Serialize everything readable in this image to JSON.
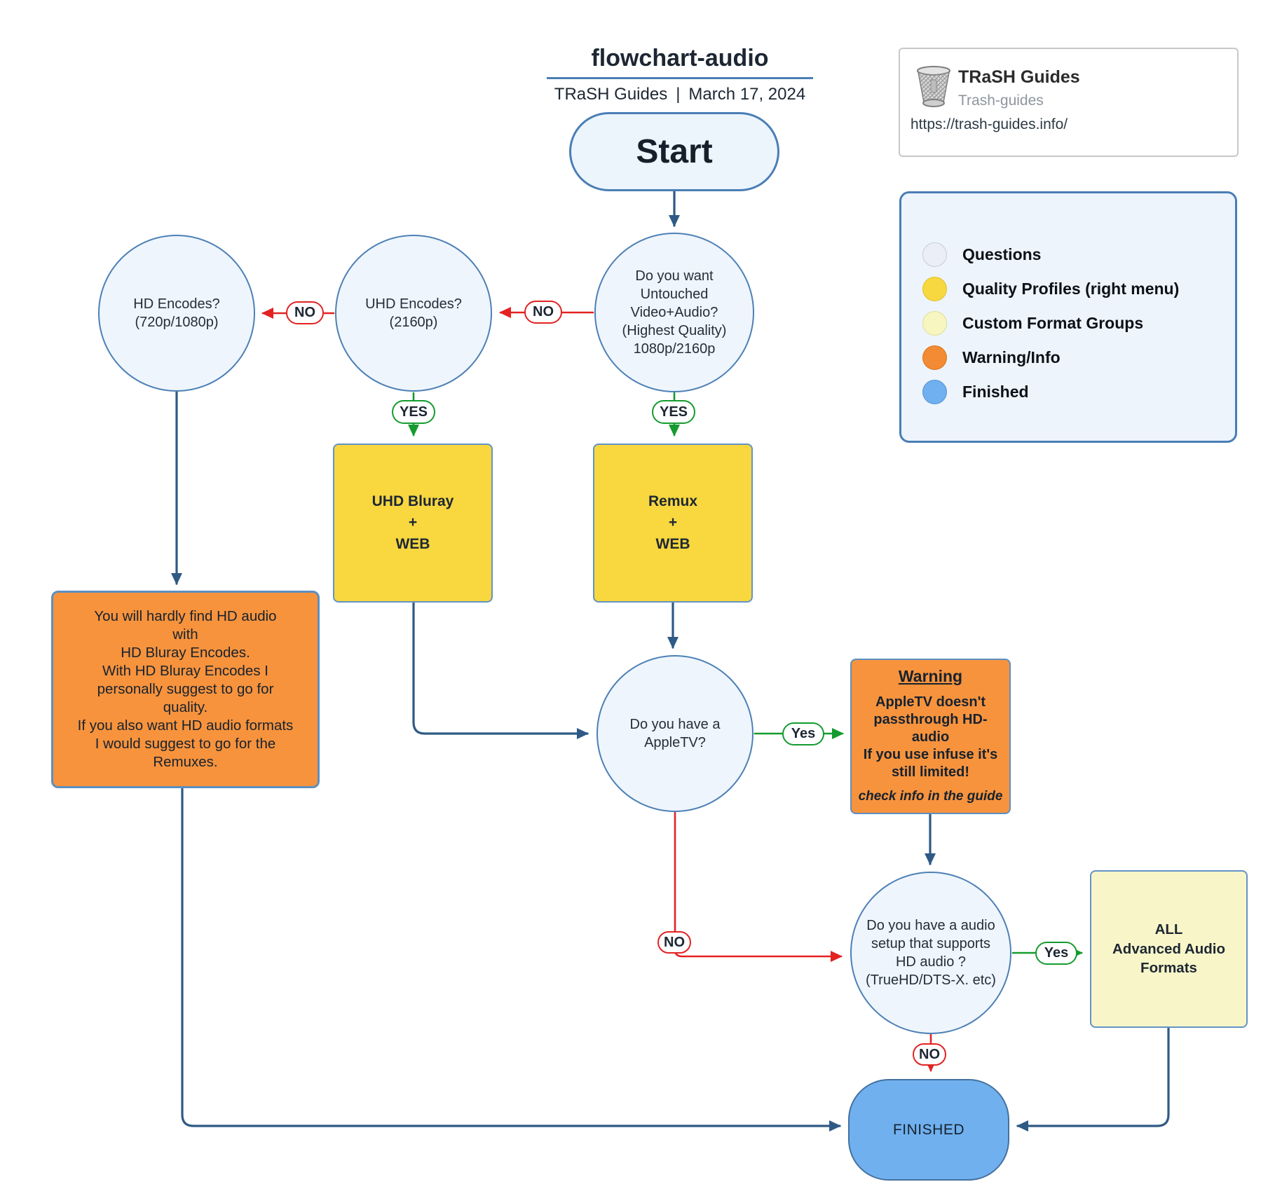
{
  "header": {
    "title": "flowchart-audio",
    "author": "TRaSH Guides",
    "separator": "|",
    "date": "March 17, 2024"
  },
  "brand_card": {
    "name": "TRaSH Guides",
    "handle": "Trash-guides",
    "url": "https://trash-guides.info/"
  },
  "legend": {
    "items": [
      {
        "label": "Questions",
        "color": "#ebeef6"
      },
      {
        "label": "Quality Profiles (right menu)",
        "color": "#f8d840"
      },
      {
        "label": "Custom Format Groups",
        "color": "#f7f5c0"
      },
      {
        "label": "Warning/Info",
        "color": "#f28b33"
      },
      {
        "label": "Finished",
        "color": "#70aff0"
      }
    ]
  },
  "nodes": {
    "start": {
      "label": "Start"
    },
    "q_untouched": {
      "label": "Do you want\nUntouched\nVideo+Audio?\n(Highest Quality)\n1080p/2160p"
    },
    "q_uhd": {
      "label": "UHD Encodes?\n(2160p)"
    },
    "q_hd": {
      "label": "HD Encodes?\n(720p/1080p)"
    },
    "profile_uhd": {
      "label": "UHD Bluray\n+\nWEB"
    },
    "profile_remux": {
      "label": "Remux\n+\nWEB"
    },
    "note_hd_audio": {
      "label": "You will hardly find HD  audio\nwith\nHD Bluray Encodes.\nWith HD Bluray Encodes I\npersonally suggest to go for\nquality.\nIf you also want HD audio formats\nI would suggest to go for the\nRemuxes."
    },
    "q_appletv": {
      "label": "Do you have a\nAppleTV?"
    },
    "warning": {
      "title": "Warning",
      "body": "AppleTV doesn't\npassthrough HD-audio\nIf you use infuse it's\nstill limited!",
      "footer": "check info in the guide"
    },
    "q_audio_setup": {
      "label": "Do you have a audio\nsetup that supports\nHD audio ?\n(TrueHD/DTS-X. etc)"
    },
    "format_all": {
      "label": "ALL\nAdvanced Audio\nFormats"
    },
    "finished": {
      "label": "FINISHED"
    }
  },
  "edge_labels": {
    "no_untouched_to_uhd": "NO",
    "no_uhd_to_hd": "NO",
    "yes_uhd_to_box": "YES",
    "yes_untouched_to_remux": "YES",
    "yes_appletv_to_warning": "Yes",
    "no_appletv_to_audio": "NO",
    "yes_audio_to_all": "Yes",
    "no_audio_to_finished": "NO"
  },
  "colors": {
    "edge_navy": "#2e5a85",
    "edge_red": "#e32222",
    "edge_green": "#149b2e",
    "question_fill": "#eef5fc",
    "question_border": "#4d80b6",
    "quality_fill": "#f8d73f",
    "format_group_fill": "#f8f6c9",
    "warning_fill": "#f7933d",
    "finished_fill": "#70b0ef",
    "legend_bg": "#edf4fb",
    "legend_border": "#4a7eb5"
  }
}
